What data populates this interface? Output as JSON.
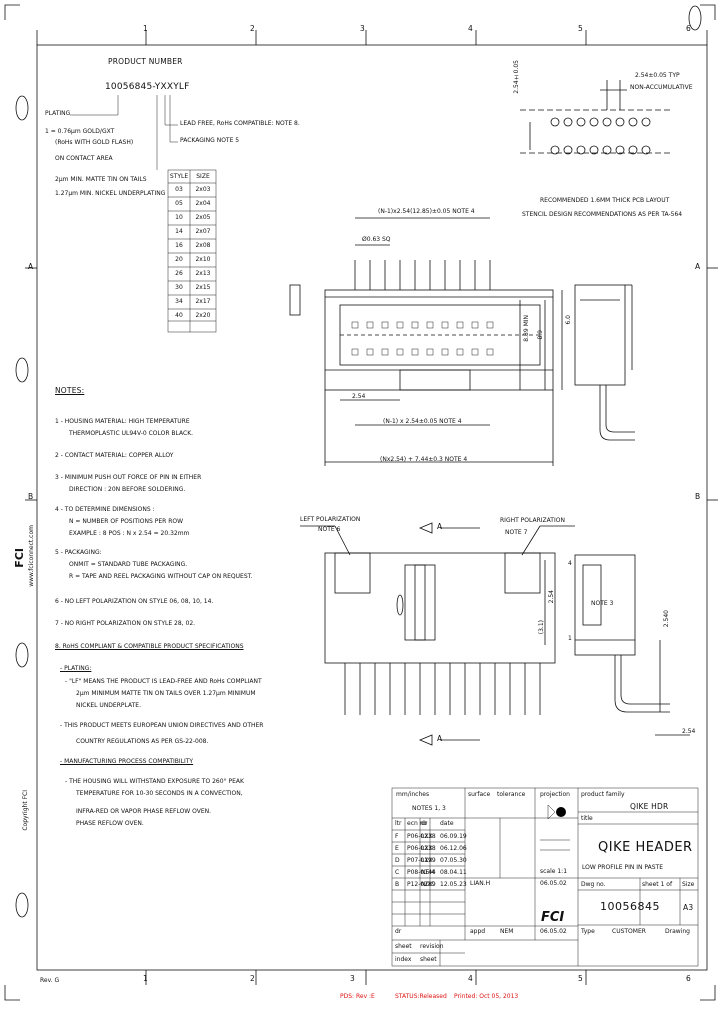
{
  "border": {
    "top_zones": [
      "1",
      "2",
      "3",
      "4",
      "5",
      "6"
    ],
    "bottom_zones": [
      "1",
      "2",
      "3",
      "4",
      "5",
      "6"
    ],
    "left_zones": [
      "A",
      "B"
    ],
    "right_zones": [
      "A",
      "B"
    ]
  },
  "product_number": {
    "label": "PRODUCT NUMBER",
    "code": "10056845-YXXYLF",
    "lead_free_note": "LEAD FREE, RoHs COMPATIBLE: NOTE 8.",
    "packaging_note": "PACKAGING NOTE 5"
  },
  "plating": {
    "label": "PLATING",
    "lines": [
      "1 = 0.76µm GOLD/GXT",
      "(RoHs WITH GOLD FLASH)",
      "ON CONTACT AREA",
      "2µm MIN. MATTE TIN ON TAILS",
      "1.27µm MIN. NICKEL UNDERPLATING"
    ]
  },
  "style_table": {
    "headers": [
      "STYLE",
      "SIZE"
    ],
    "rows": [
      [
        "03",
        "2x03"
      ],
      [
        "05",
        "2x04"
      ],
      [
        "10",
        "2x05"
      ],
      [
        "14",
        "2x07"
      ],
      [
        "16",
        "2x08"
      ],
      [
        "20",
        "2x10"
      ],
      [
        "26",
        "2x13"
      ],
      [
        "30",
        "2x15"
      ],
      [
        "34",
        "2x17"
      ],
      [
        "40",
        "2x20"
      ]
    ]
  },
  "notes": {
    "title": "NOTES:",
    "items": [
      "1 - HOUSING MATERIAL: HIGH TEMPERATURE",
      "THERMOPLASTIC UL94V-0 COLOR BLACK.",
      "2 - CONTACT MATERIAL: COPPER ALLOY",
      "3 - MINIMUM PUSH OUT FORCE OF PIN IN EITHER",
      "DIRECTION : 20N BEFORE SOLDERING.",
      "4 - TO DETERMINE DIMENSIONS :",
      "N = NUMBER OF POSITIONS PER ROW",
      "EXAMPLE : 8 POS : N x 2.54 = 20.32mm",
      "5 - PACKAGING:",
      "ONMIT = STANDARD TUBE PACKAGING.",
      "R = TAPE AND REEL PACKAGING WITHOUT CAP ON REQUEST.",
      "6 - NO LEFT POLARIZATION ON STYLE 06, 08, 10, 14.",
      "7 - NO RIGHT POLARIZATION ON STYLE 28, 02.",
      "8. RoHS COMPLIANT & COMPATIBLE PRODUCT SPECIFICATIONS",
      "- PLATING:",
      "- \"LF\" MEANS THE PRODUCT IS LEAD-FREE AND RoHs COMPLIANT",
      "2µm MINIMUM MATTE TIN ON TAILS OVER 1.27µm MINIMUM",
      "NICKEL UNDERPLATE.",
      "- THIS PRODUCT MEETS EUROPEAN UNION DIRECTIVES AND OTHER",
      "COUNTRY REGULATIONS AS PER GS-22-008.",
      "- MANUFACTURING PROCESS COMPATIBILITY",
      "- THE HOUSING WILL WITHSTAND EXPOSURE TO 260° PEAK",
      "TEMPERATURE FOR 10-30 SECONDS IN A CONVECTION,",
      "INFRA-RED OR VAPOR PHASE REFLOW OVEN.",
      "PHASE REFLOW OVEN."
    ]
  },
  "pcb_layout": {
    "pitch_dim": "2.54±0.05 TYP",
    "non_cum": "NON-ACCUMULATIVE",
    "row_dim": "2.54±0.05",
    "caption1": "RECOMMENDED 1.6MM THICK PCB LAYOUT",
    "caption2": "STENCIL DESIGN RECOMMENDATIONS AS PER TA-564"
  },
  "top_view": {
    "dim_top": "(N-1)x2.54(12.85)±0.05 NOTE 4",
    "dim_small": "Ø0.63 SQ",
    "dim_side1": "8.89 MIN",
    "dim_side2": "8.9",
    "dim_side3": "6.0",
    "dim_254": "2.54",
    "dim_bot1": "(N-1) x 2.54±0.05  NOTE 4",
    "dim_bot2": "(Nx2.54) + 7.44±0.3  NOTE 4"
  },
  "front_view": {
    "left_pol": "LEFT POLARIZATION",
    "left_note": "NOTE 6",
    "right_pol": "RIGHT POLARIZATION",
    "right_note": "NOTE 7",
    "section_a_top": "A",
    "section_a_bot": "A",
    "dim_v1": "2.54",
    "dim_v2": "(3.1)"
  },
  "side_view": {
    "note3": "NOTE 3",
    "dim1": "2.54",
    "dim2": "2.540",
    "pin4": "4",
    "pin1": "1"
  },
  "side_text": {
    "brand": "FCI",
    "url": "www.fciconnect.com",
    "copyright": "Copyright  FCI",
    "rev": "Rev. G"
  },
  "title_block": {
    "unit_label": "mm/inches",
    "notes_ref": "NOTES 1, 3",
    "surface_label": "surface",
    "tolerance_label": "tolerance",
    "projection_label": "projection",
    "product_family_label": "product family",
    "product_family": "QIKE HDR",
    "title_label": "title",
    "title": "QIKE HEADER",
    "subtitle": "LOW PROFILE PIN IN PASTE",
    "dwg_no_label": "Dwg no.",
    "sheet_label": "sheet 1 of",
    "size_label": "Size",
    "size": "A3",
    "dwg_no": "10056845",
    "scale": "scale 1:1",
    "type_label": "Type",
    "type": "CUSTOMER",
    "drawing_label": "Drawing",
    "revisions": [
      [
        "F",
        "P06-0238",
        "LXX",
        "06.09.19"
      ],
      [
        "E",
        "P06-0238",
        "LXX",
        "06.12.06"
      ],
      [
        "D",
        "P07-0199",
        "LXX",
        "07.05.30"
      ],
      [
        "C",
        "P08-0144",
        "NEM",
        "08.04.11"
      ],
      [
        "B",
        "P12-0289",
        "NOC",
        "12.05.23"
      ]
    ],
    "rev_header": [
      "ltr",
      "ecn no",
      "dr",
      "date"
    ],
    "sheet_row": "sheet",
    "revision_label": "revision",
    "index_label": "index",
    "sheet_label2": "sheet",
    "approvals": [
      "dr",
      "LIAN.H",
      "06.05.02"
    ],
    "appd": "appd",
    "appd_name": "NEM",
    "appd_date": "06.05.02"
  },
  "footer": {
    "pds": "PDS: Rev :E",
    "status": "STATUS:Released",
    "printed": "Printed: Oct 05, 2013"
  }
}
